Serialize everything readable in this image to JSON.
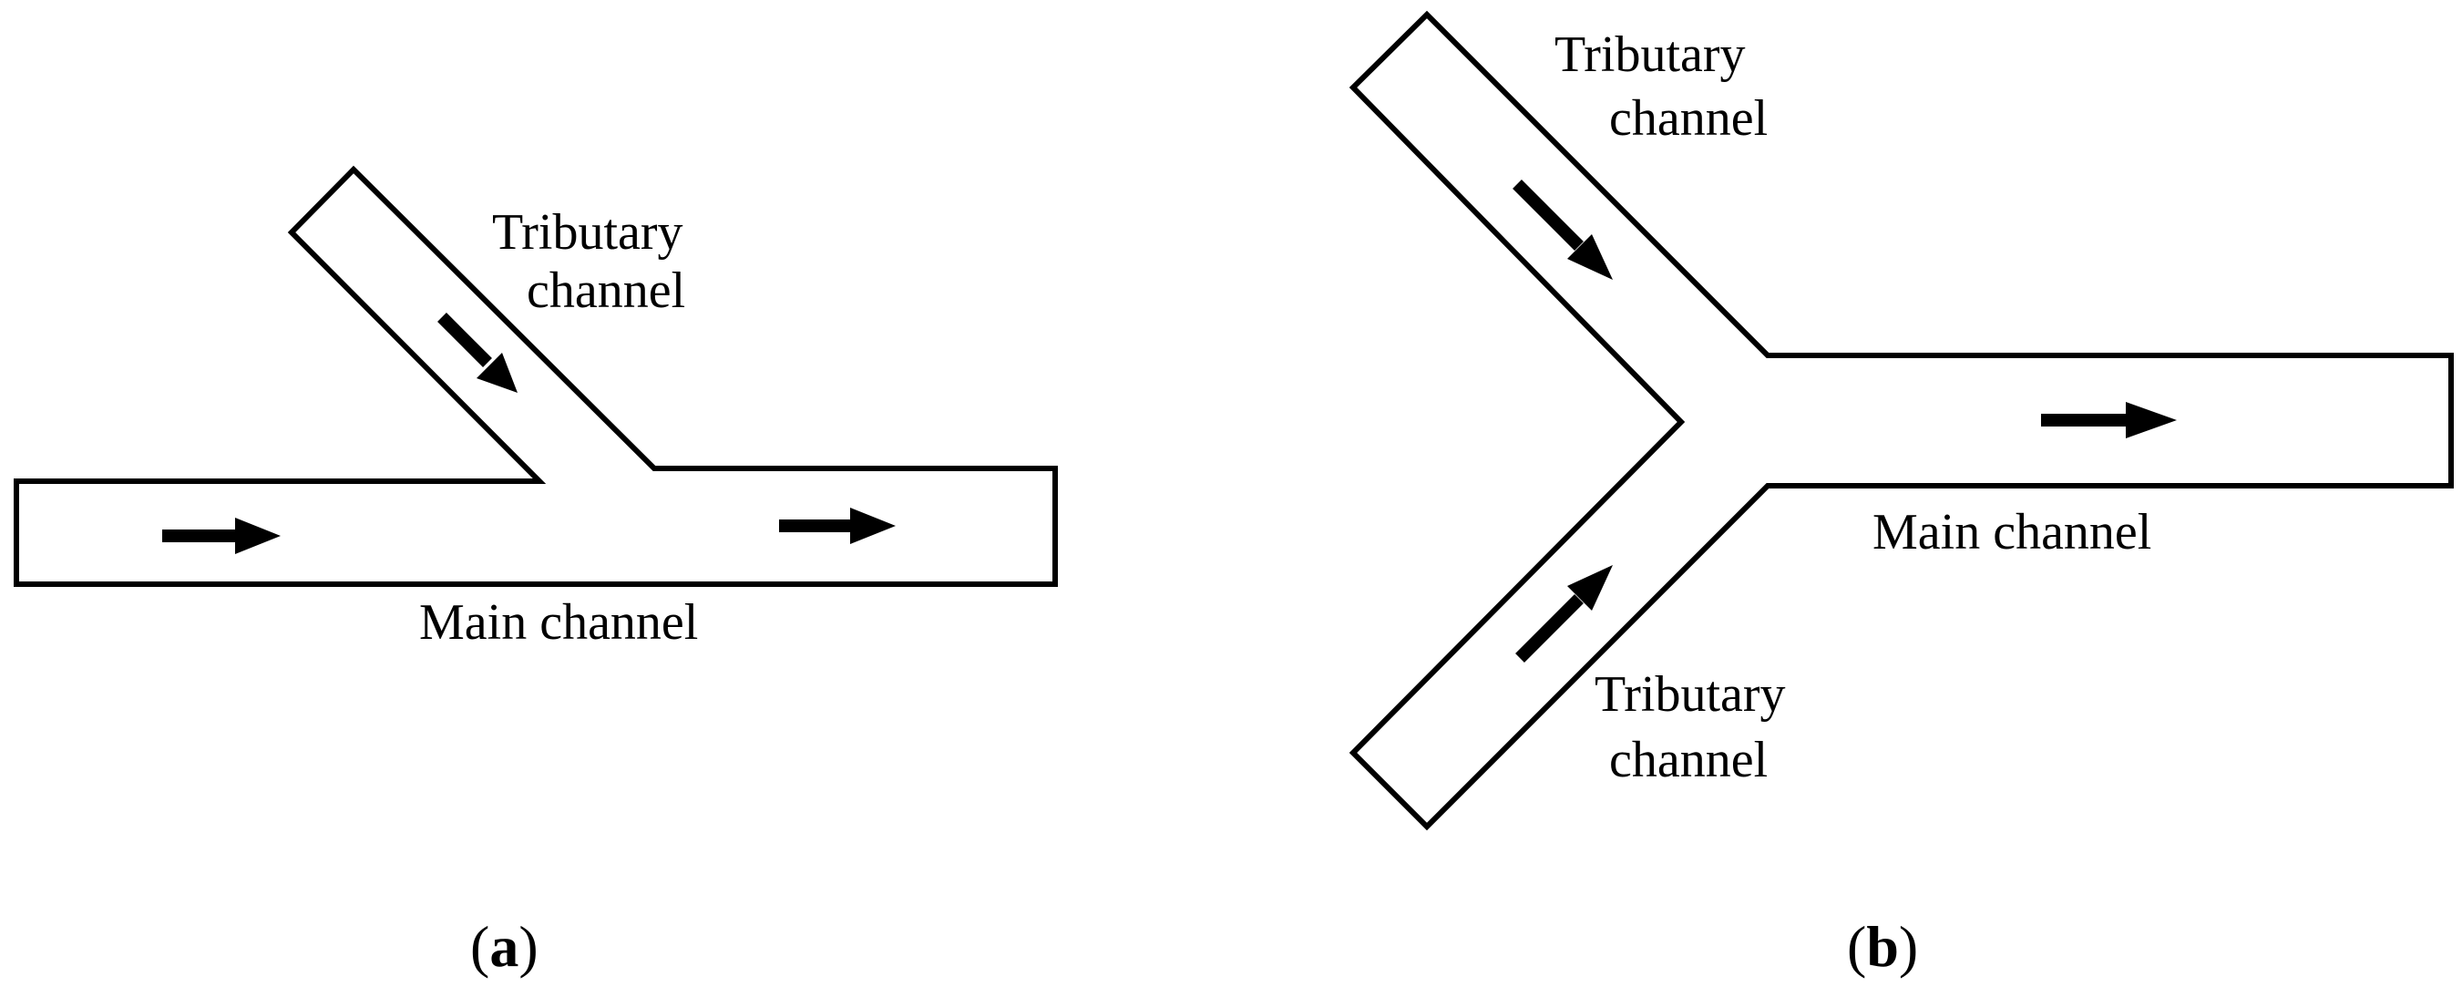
{
  "panel_a": {
    "tributary_label_line1": "Tributary",
    "tributary_label_line2": "channel",
    "main_label": "Main channel",
    "caption_open": "(",
    "caption_letter": "a",
    "caption_close": ")"
  },
  "panel_b": {
    "upper_tributary_label_line1": "Tributary",
    "upper_tributary_label_line2": "channel",
    "lower_tributary_label_line1": "Tributary",
    "lower_tributary_label_line2": "channel",
    "main_label": "Main channel",
    "caption_open": "(",
    "caption_letter": "b",
    "caption_close": ")"
  }
}
